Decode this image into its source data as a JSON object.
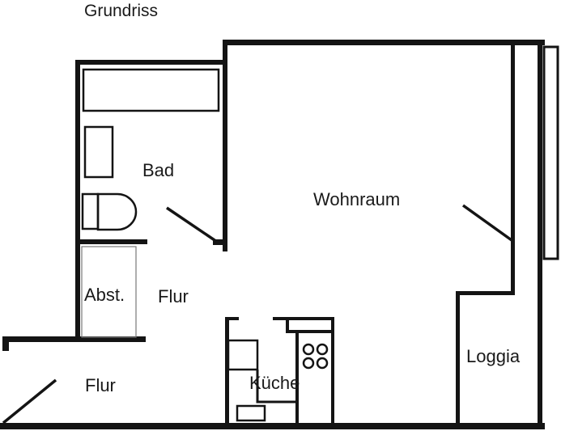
{
  "title": "Grundriss",
  "rooms": {
    "bad": "Bad",
    "wohnraum": "Wohnraum",
    "abstellraum": "Abst.",
    "flur_upper": "Flur",
    "flur_lower": "Flur",
    "kueche": "Küche",
    "loggia": "Loggia"
  },
  "colors": {
    "wall": "#141414",
    "background": "#ffffff"
  }
}
